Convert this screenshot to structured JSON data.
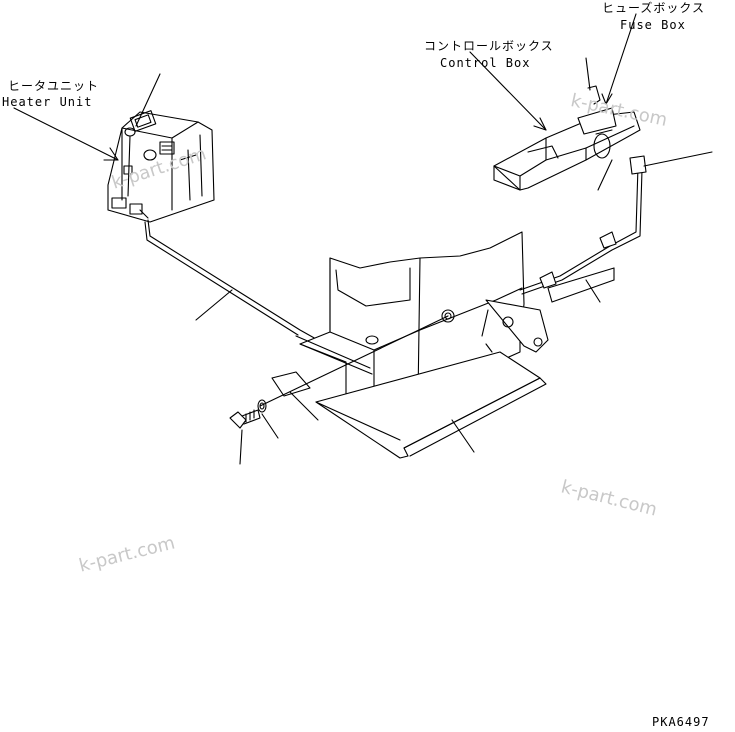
{
  "labels": {
    "heater_unit_jp": "ヒータユニット",
    "heater_unit_en": "Heater Unit",
    "control_box_jp": "コントロールボックス",
    "control_box_en": "Control Box",
    "fuse_box_jp": "ヒューズボックス",
    "fuse_box_en": "Fuse Box"
  },
  "watermark": "k-part.com",
  "drawing_code": "PKA6497"
}
